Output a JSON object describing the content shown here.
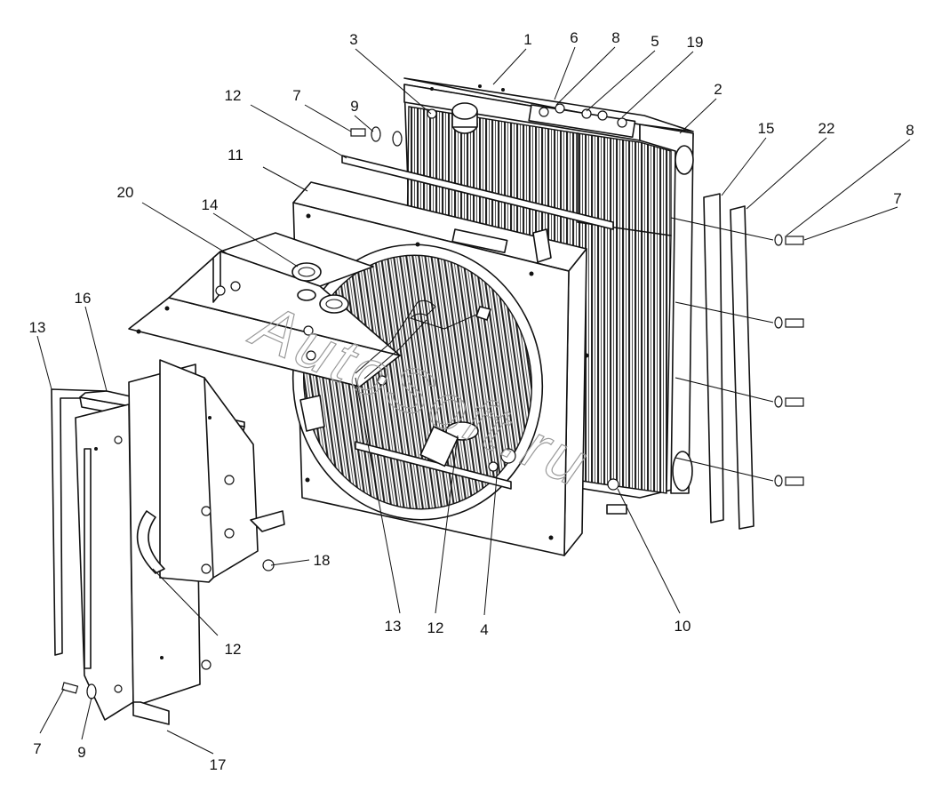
{
  "watermark": "AutoSoft.ru",
  "callouts": [
    {
      "id": "c1",
      "label": "1"
    },
    {
      "id": "c2",
      "label": "2"
    },
    {
      "id": "c3",
      "label": "3"
    },
    {
      "id": "c4",
      "label": "4"
    },
    {
      "id": "c5",
      "label": "5"
    },
    {
      "id": "c6",
      "label": "6"
    },
    {
      "id": "c7a",
      "label": "7"
    },
    {
      "id": "c7b",
      "label": "7"
    },
    {
      "id": "c7c",
      "label": "7"
    },
    {
      "id": "c8a",
      "label": "8"
    },
    {
      "id": "c8b",
      "label": "8"
    },
    {
      "id": "c9a",
      "label": "9"
    },
    {
      "id": "c9b",
      "label": "9"
    },
    {
      "id": "c10",
      "label": "10"
    },
    {
      "id": "c11",
      "label": "11"
    },
    {
      "id": "c12a",
      "label": "12"
    },
    {
      "id": "c12b",
      "label": "12"
    },
    {
      "id": "c12c",
      "label": "12"
    },
    {
      "id": "c13a",
      "label": "13"
    },
    {
      "id": "c13b",
      "label": "13"
    },
    {
      "id": "c14",
      "label": "14"
    },
    {
      "id": "c15",
      "label": "15"
    },
    {
      "id": "c16",
      "label": "16"
    },
    {
      "id": "c17",
      "label": "17"
    },
    {
      "id": "c18",
      "label": "18"
    },
    {
      "id": "c19",
      "label": "19"
    },
    {
      "id": "c20",
      "label": "20"
    },
    {
      "id": "c22",
      "label": "22"
    }
  ]
}
